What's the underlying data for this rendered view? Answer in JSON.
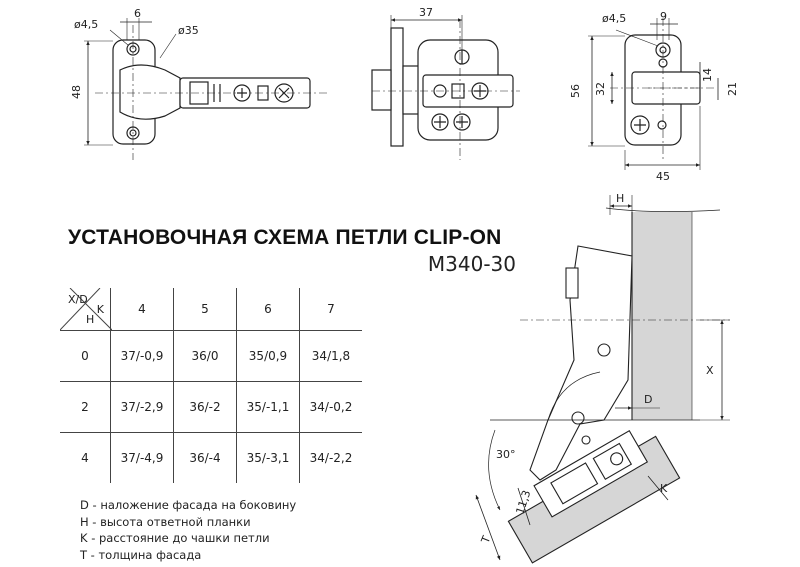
{
  "title": "УСТАНОВОЧНАЯ СХЕМА ПЕТЛИ CLIP-ON",
  "model": "М340-30",
  "dimensions": {
    "side_view": {
      "d_small": "ø4,5",
      "width_top": "6",
      "d_cup": "ø35",
      "height": "48"
    },
    "top_view": {
      "width": "37"
    },
    "plate_view": {
      "d_small": "ø4,5",
      "width_top": "9",
      "h_total": "56",
      "h_mid": "32",
      "h_small": "14",
      "h_right": "21",
      "width_bottom": "45"
    }
  },
  "table": {
    "corner": {
      "xd": "X/D",
      "k": "K",
      "h": "H"
    },
    "k_values": [
      "4",
      "5",
      "6",
      "7"
    ],
    "rows": [
      {
        "h": "0",
        "values": [
          "37/-0,9",
          "36/0",
          "35/0,9",
          "34/1,8"
        ]
      },
      {
        "h": "2",
        "values": [
          "37/-2,9",
          "36/-2",
          "35/-1,1",
          "34/-0,2"
        ]
      },
      {
        "h": "4",
        "values": [
          "37/-4,9",
          "36/-4",
          "35/-3,1",
          "34/-2,2"
        ]
      }
    ]
  },
  "legend": [
    "D - наложение фасада на боковину",
    "H - высота ответной планки",
    "K - расстояние до чашки петли",
    "T - толщина фасада"
  ],
  "install_diagram": {
    "label_h": "H",
    "label_x": "X",
    "label_d": "D",
    "label_k": "K",
    "label_t": "T",
    "angle": "30°",
    "depth": "11,3"
  }
}
